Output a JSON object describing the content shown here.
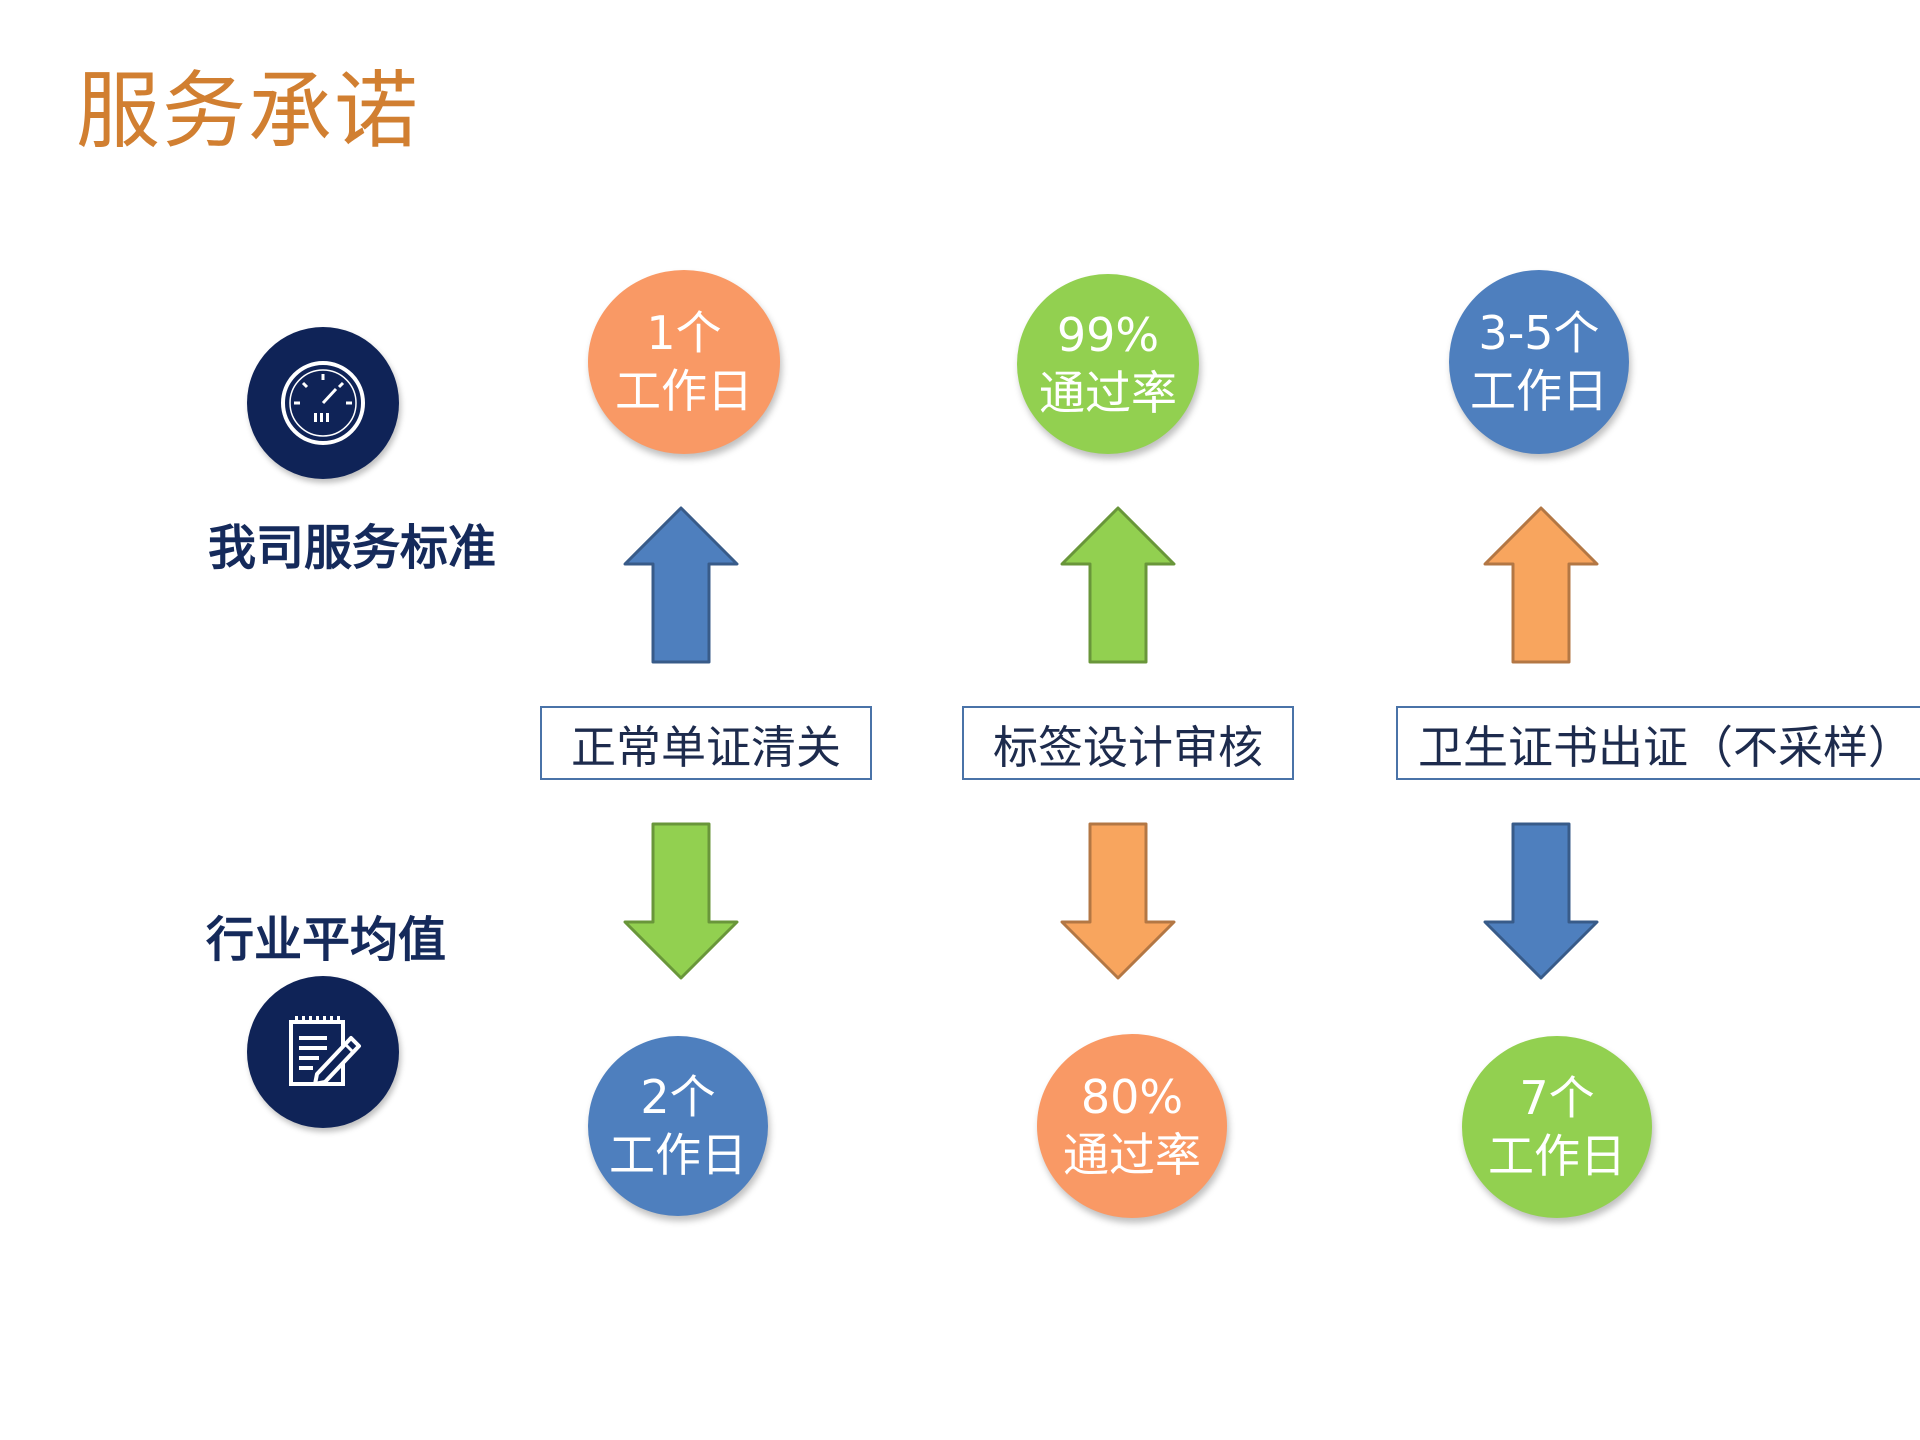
{
  "title": "服务承诺",
  "rows": {
    "standard": {
      "label": "我司服务标准",
      "icon": "speedometer-icon"
    },
    "average": {
      "label": "行业平均值",
      "icon": "notepad-pencil-icon"
    }
  },
  "columns": [
    {
      "service": "正常单证清关",
      "standard": {
        "line1": "1个",
        "line2": "工作日",
        "color": "#f99965"
      },
      "average": {
        "line1": "2个",
        "line2": "工作日",
        "color": "#4e7fbe"
      },
      "up_arrow_color": "#4e7fbe",
      "down_arrow_color": "#92d050"
    },
    {
      "service": "标签设计审核",
      "standard": {
        "line1": "99%",
        "line2": "通过率",
        "color": "#92d050"
      },
      "average": {
        "line1": "80%",
        "line2": "通过率",
        "color": "#f99965"
      },
      "up_arrow_color": "#92d050",
      "down_arrow_color": "#f8a55e"
    },
    {
      "service": "卫生证书出证（不采样）",
      "standard": {
        "line1": "3-5个",
        "line2": "工作日",
        "color": "#4e7fbe"
      },
      "average": {
        "line1": "7个",
        "line2": "工作日",
        "color": "#92d050"
      },
      "up_arrow_color": "#f8a55e",
      "down_arrow_color": "#4e7fbe"
    }
  ],
  "colors": {
    "title": "#d17f31",
    "navy": "#0f2357",
    "label": "#152a5b",
    "box_border": "#4a73a8"
  }
}
